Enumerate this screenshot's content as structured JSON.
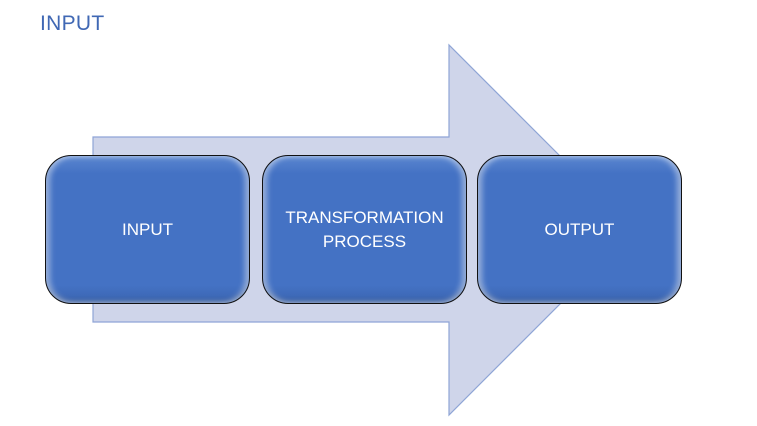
{
  "title": "INPUT",
  "colors": {
    "arrow_fill": "#cfd5ea",
    "arrow_stroke": "#8fa5d6",
    "box_fill": "#4472c4",
    "title": "#4068b4"
  },
  "steps": [
    {
      "label": "INPUT"
    },
    {
      "label": "TRANSFORMATION PROCESS"
    },
    {
      "label": "OUTPUT"
    }
  ]
}
